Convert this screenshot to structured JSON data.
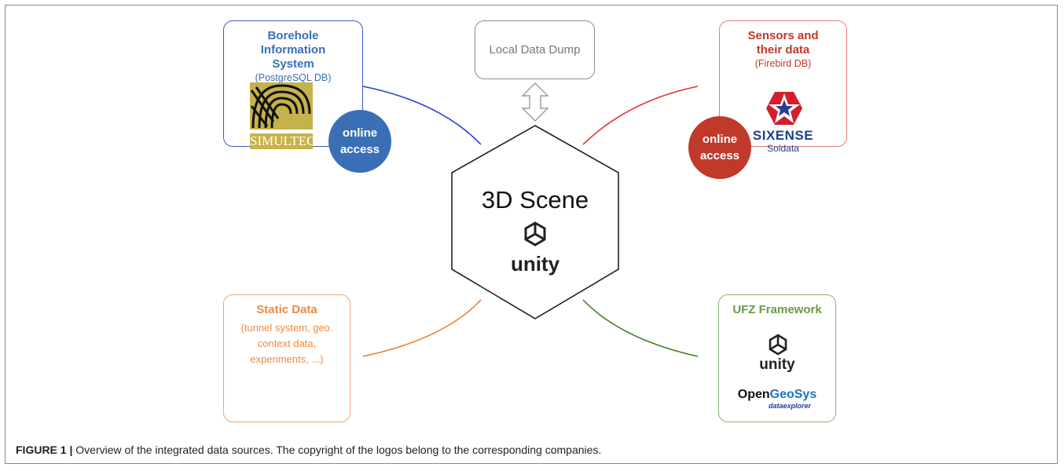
{
  "center": {
    "title": "3D Scene",
    "logo_text": "unity"
  },
  "local_dump": {
    "label": "Local Data Dump"
  },
  "borehole": {
    "title": "Borehole Information System",
    "db": "(PostgreSQL DB)",
    "logo_text": "SIMULTEC",
    "badge": "online access"
  },
  "sensors": {
    "title": "Sensors and their data",
    "db": "(Firebird DB)",
    "logo_text": "SIXENSE",
    "logo_sub": "Soldata",
    "badge": "online access"
  },
  "static": {
    "title": "Static Data",
    "desc": "(tunnel system, geo. context data, experiments, ...)"
  },
  "ufz": {
    "title": "UFZ Framework",
    "unity_text": "unity",
    "ogs_open": "Open",
    "ogs_geosys": "GeoSys",
    "ogs_sub": "dataexplorer"
  },
  "caption": {
    "label": "FIGURE 1 |",
    "text": " Overview of the integrated data sources. The copyright of the logos belong to the corresponding companies."
  },
  "colors": {
    "blue": "#3a6fb5",
    "red": "#c0392b",
    "orange": "#f0883e",
    "green": "#6a9a45",
    "gray": "#888888"
  }
}
